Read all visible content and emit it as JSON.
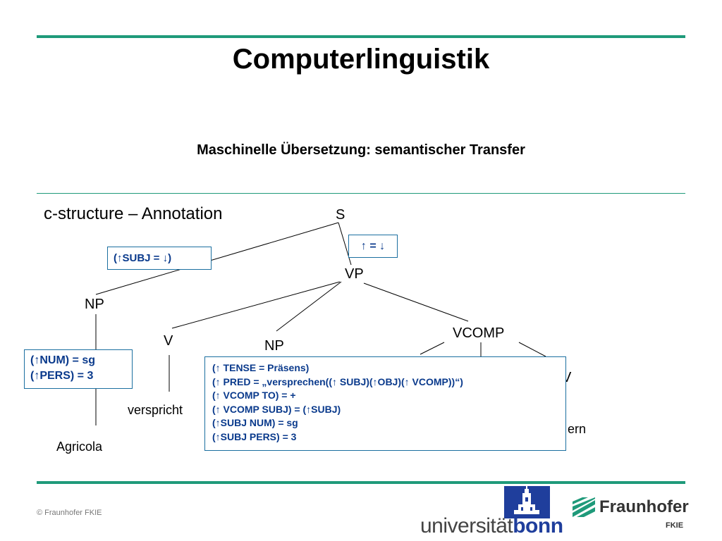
{
  "header": {
    "title": "Computerlinguistik",
    "subtitle": "Maschinelle Übersetzung: semantischer Transfer"
  },
  "section_label": "c-structure – Annotation",
  "tree": {
    "nodes": {
      "S": "S",
      "VP": "VP",
      "NP_subj": "NP",
      "V": "V",
      "NP_obj": "NP",
      "VCOMP": "VCOMP",
      "partial_right": "V"
    },
    "leaves": {
      "verspricht": "verspricht",
      "agricola": "Agricola",
      "partial_ern": "ern"
    }
  },
  "annotations": {
    "up_down": "↑ = ↓",
    "subj": "(↑SUBJ = ↓)",
    "np_features": [
      "(↑NUM) = sg",
      "(↑PERS) = 3"
    ],
    "verb_lexicon": [
      "(↑ TENSE = Präsens)",
      "(↑ PRED = „versprechen((↑ SUBJ)(↑OBJ)(↑ VCOMP))“)",
      "(↑ VCOMP TO) = +",
      "(↑ VCOMP SUBJ) = (↑SUBJ)",
      "(↑SUBJ NUM) = sg",
      "(↑SUBJ PERS) = 3"
    ]
  },
  "footer": {
    "copyright": "© Fraunhofer FKIE",
    "bonn_logo_text_plain": "universität",
    "bonn_logo_text_bold": "bonn",
    "fraunhofer_name": "Fraunhofer",
    "fraunhofer_sub": "FKIE"
  },
  "colors": {
    "accent_rule": "#1f9a7a",
    "annotation_text": "#0a3a8c",
    "annotation_border": "#1b6fa0",
    "bonn_blue": "#1f3e9c",
    "fraunhofer_green": "#1f9a7a"
  }
}
